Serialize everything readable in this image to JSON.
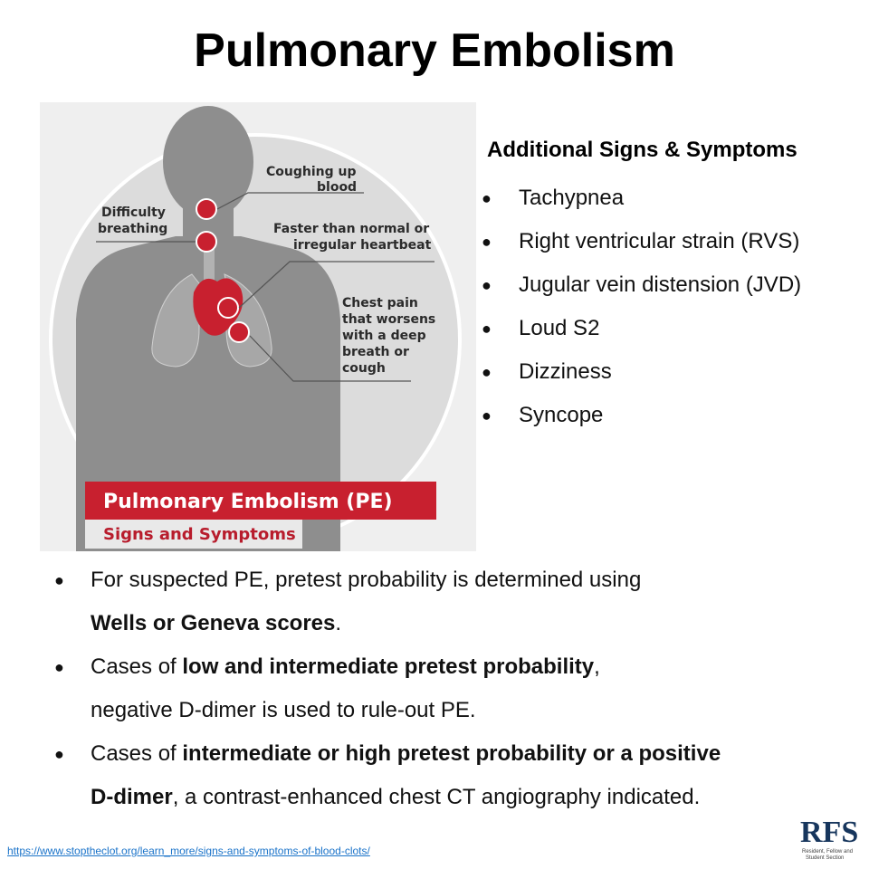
{
  "title": "Pulmonary Embolism",
  "illustration": {
    "labels": {
      "coughing_1": "Coughing up",
      "coughing_2": "blood",
      "difficulty_1": "Difficulty",
      "difficulty_2": "breathing",
      "heartbeat_1": "Faster than normal or",
      "heartbeat_2": "irregular heartbeat",
      "chest_1": "Chest pain",
      "chest_2": "that worsens",
      "chest_3": "with a deep",
      "chest_4": "breath or",
      "chest_5": "cough"
    },
    "banner_title": "Pulmonary Embolism (PE)",
    "banner_subtitle": "Signs and Symptoms",
    "colors": {
      "accent": "#c8202f",
      "silhouette": "#8e8e8e",
      "circle": "#dadada"
    }
  },
  "side_panel": {
    "heading": "Additional Signs & Symptoms",
    "bullet": "●",
    "items": [
      "Tachypnea",
      "Right ventricular strain (RVS)",
      "Jugular vein distension (JVD)",
      "Loud S2",
      "Dizziness",
      "Syncope"
    ]
  },
  "main_points": {
    "bullet": "●",
    "p1": {
      "a": "For suspected PE, pretest probability is determined using",
      "b": "Wells or Geneva scores",
      "c": "."
    },
    "p2": {
      "a": "Cases of ",
      "b": "low and intermediate pretest probability",
      "c": ",",
      "d": "negative D-dimer is used to rule-out PE."
    },
    "p3": {
      "a": "Cases of ",
      "b": "intermediate or high pretest probability or a positive",
      "c": "D-dimer",
      "d": ", a contrast-enhanced chest CT angiography indicated."
    }
  },
  "source_link": "https://www.stoptheclot.org/learn_more/signs-and-symptoms-of-blood-clots/",
  "logo": {
    "text": "RFS",
    "sub_1": "Resident, Fellow and",
    "sub_2": "Student Section"
  }
}
